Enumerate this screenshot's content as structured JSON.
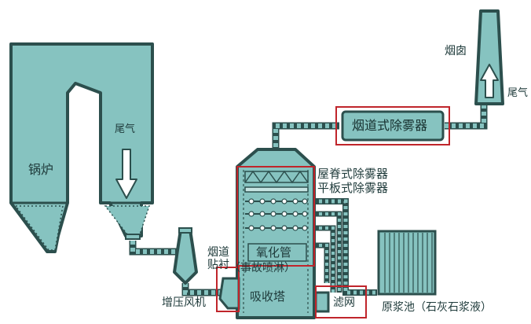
{
  "labels": {
    "boiler": "锅炉",
    "tail_gas_left": "尾气",
    "chimney": "烟囱",
    "tail_gas_right": "尾气",
    "flue_demister": "烟道式除雾器",
    "ridge_demister": "屋脊式除雾器",
    "flat_demister": "平板式除雾器",
    "oxidation_pipe": "氧化管",
    "flue_lining_1": "烟道",
    "flue_lining_2": "贴衬",
    "emergency_spray": "（事故喷淋）",
    "booster_fan": "增压风机",
    "absorber": "吸收塔",
    "filter": "滤网",
    "slurry_pool": "原浆池（石灰石浆液）"
  },
  "colors": {
    "body_fill": "#86c3c0",
    "outline": "#2c4f4d",
    "highlight_box": "#c0252b",
    "pipe_light": "#c5e4e2"
  }
}
